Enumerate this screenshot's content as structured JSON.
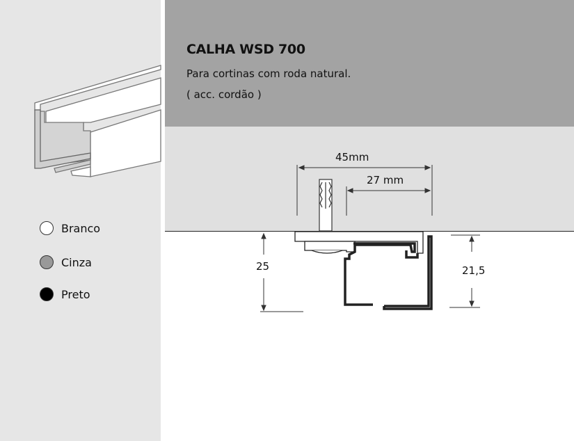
{
  "header": {
    "title": "CALHA WSD 700",
    "subtitle": "Para cortinas com roda natural.",
    "note": "( acc. cordão )"
  },
  "colors": {
    "items": [
      {
        "label": "Branco",
        "hex": "#ffffff"
      },
      {
        "label": "Cinza",
        "hex": "#999999"
      },
      {
        "label": "Preto",
        "hex": "#000000"
      }
    ]
  },
  "dimensions": {
    "total_width": "45mm",
    "rail_width": "27 mm",
    "total_height": "25",
    "rail_height": "21,5"
  }
}
